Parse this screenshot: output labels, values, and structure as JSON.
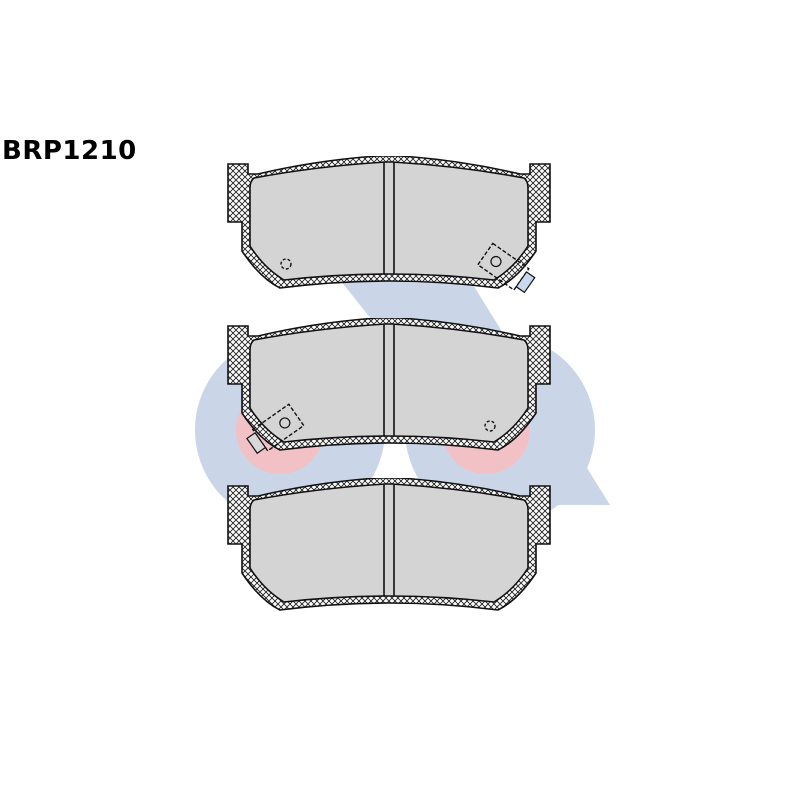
{
  "part_code": "BRP1210",
  "colors": {
    "pad_fill": "#d4d4d4",
    "backing_plate": "#ffffff",
    "outline": "#111111",
    "watermark_blue": "#9fb6d6",
    "watermark_red": "#e68f98"
  },
  "watermark": {
    "shape": "stylized-aa-logo",
    "lettering": "aa"
  },
  "diagram": {
    "pads": [
      {
        "name": "pad-1",
        "wear_sensor": "right",
        "sensor_hole": "left"
      },
      {
        "name": "pad-2",
        "wear_sensor": "left",
        "sensor_hole": "right"
      },
      {
        "name": "pad-3",
        "wear_sensor": "none",
        "sensor_hole": "none"
      }
    ]
  }
}
